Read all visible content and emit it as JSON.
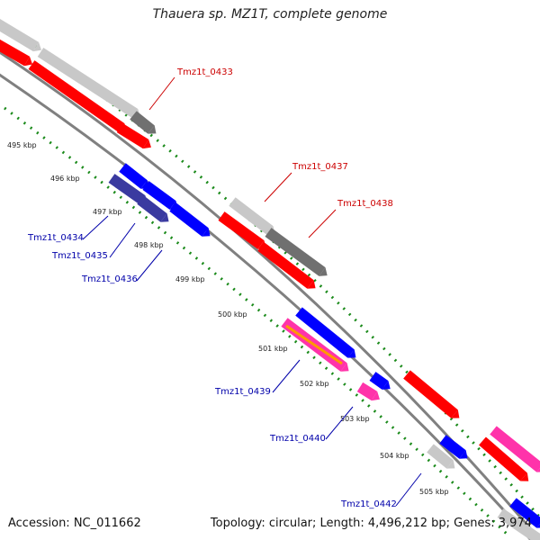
{
  "title": "Thauera sp. MZ1T, complete genome",
  "accession": "Accession: NC_011662",
  "summary": "Topology: circular; Length: 4,496,212 bp; Genes: 3,974",
  "colors": {
    "backbone": "#808080",
    "tick": "#1a8a1a",
    "fwd_label": "#cc0000",
    "rev_label": "#0000aa",
    "red_gene": "#ff0000",
    "blue_gene": "#0000ff",
    "grey_gene": "#c8c8c8",
    "dark_grey_gene": "#707070",
    "navy_gene": "#3a3aa0",
    "pink_gene": "#ff33aa",
    "orange_gene": "#ff9900"
  },
  "kbp_labels": [
    "495 kbp",
    "496 kbp",
    "497 kbp",
    "498 kbp",
    "499 kbp",
    "500 kbp",
    "501 kbp",
    "502 kbp",
    "503 kbp",
    "504 kbp",
    "505 kbp"
  ],
  "gene_labels_forward": [
    "Tmz1t_0433",
    "Tmz1t_0437",
    "Tmz1t_0438"
  ],
  "gene_labels_reverse": [
    "Tmz1t_0434",
    "Tmz1t_0435",
    "Tmz1t_0436",
    "Tmz1t_0439",
    "Tmz1t_0440",
    "Tmz1t_0442"
  ]
}
